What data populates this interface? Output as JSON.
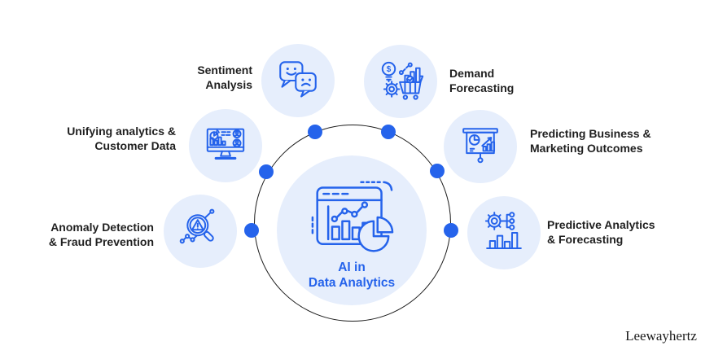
{
  "colors": {
    "accent": "#2563eb",
    "light": "#e6eefc",
    "ring": "#1c1c1c",
    "text": "#1f1f1f",
    "brand": "#1a1a1a",
    "bg": "#ffffff"
  },
  "center": {
    "icon": "analytics-dashboard-icon",
    "lines": [
      "AI in",
      "Data Analytics"
    ]
  },
  "items": [
    {
      "id": "sentiment-analysis",
      "icon": "speech-bubbles-sentiment-icon",
      "lines": [
        "Sentiment",
        "Analysis"
      ]
    },
    {
      "id": "demand-forecasting",
      "icon": "cart-bulb-forecast-icon",
      "lines": [
        "Demand",
        "Forecasting"
      ]
    },
    {
      "id": "unifying-analytics",
      "icon": "dashboard-monitor-icon",
      "lines": [
        "Unifying analytics &",
        "Customer Data"
      ]
    },
    {
      "id": "predicting-outcomes",
      "icon": "presentation-chart-icon",
      "lines": [
        "Predicting Business &",
        "Marketing Outcomes"
      ]
    },
    {
      "id": "anomaly-detection",
      "icon": "magnifier-warning-icon",
      "lines": [
        "Anomaly Detection",
        "& Fraud Prevention"
      ]
    },
    {
      "id": "predictive-analytics",
      "icon": "gear-nodes-chart-icon",
      "lines": [
        "Predictive Analytics",
        "& Forecasting"
      ]
    }
  ],
  "footer": {
    "brand": "Leewayhertz"
  }
}
